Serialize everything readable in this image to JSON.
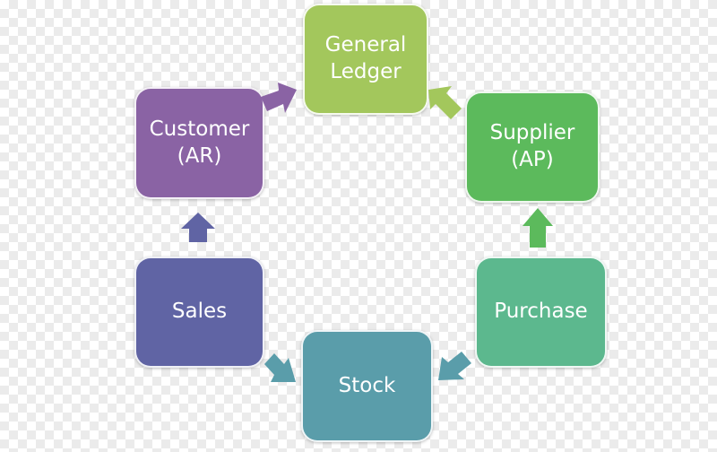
{
  "nodes": {
    "general_ledger": {
      "label": "General\nLedger",
      "color": "#a3c75c"
    },
    "supplier_ap": {
      "label": "Supplier\n(AP)",
      "color": "#5cba5c"
    },
    "purchase": {
      "label": "Purchase",
      "color": "#5cb88e"
    },
    "stock": {
      "label": "Stock",
      "color": "#5a9daa"
    },
    "sales": {
      "label": "Sales",
      "color": "#6064a4"
    },
    "customer_ar": {
      "label": "Customer\n(AR)",
      "color": "#8a63a4"
    }
  },
  "edges": [
    {
      "from": "purchase",
      "to": "supplier_ap",
      "color": "#5cba5c"
    },
    {
      "from": "supplier_ap",
      "to": "general_ledger",
      "color": "#a3c75c"
    },
    {
      "from": "customer_ar",
      "to": "general_ledger",
      "color": "#8a63a4"
    },
    {
      "from": "sales",
      "to": "customer_ar",
      "color": "#6064a4"
    },
    {
      "from": "sales",
      "to": "stock",
      "color": "#5a9daa"
    },
    {
      "from": "purchase",
      "to": "stock",
      "color": "#5a9daa"
    }
  ]
}
